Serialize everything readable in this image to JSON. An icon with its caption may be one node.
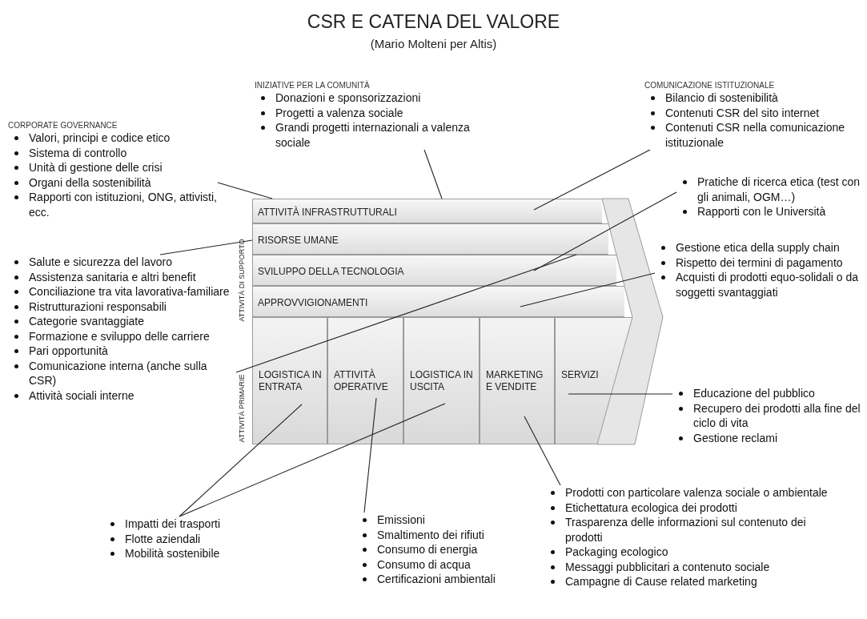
{
  "diagram": {
    "title": "CSR E CATENA DEL VALORE",
    "nodes": [
      {
        "text": [
          "INIZIATIVE PER LA COMUNITÀ",
          "Donazioni e sponsorizzazioni",
          "Progetti a valenza sociale",
          "Grandi progetti internazionali a valenza sociale"
        ]
      },
      {
        "text": [
          "COMUNICAZIONE ISTITUZIONALE",
          "Bilancio di sostenibilità",
          "Contenuti CSR del sito internet",
          "Contenuti CSR nella comunicazione istituzionale"
        ]
      },
      {
        "text": [
          "CORPORATE GOVERNANCE",
          "Valori, principi e codice etico",
          "Sistema di controllo",
          "Unità di gestione delle crisi",
          "Organi della sostenibilità",
          "Rapporti con istituzioni, ONG, attivisti, ecc."
        ]
      },
      {
        "text": [
          "ATTIVITÀ INFRASTRUTTURALI"
        ]
      },
      {
        "text": [
          "Pratiche di ricerca etica (test con gli animali, OGM…)",
          "Rapporti con le Università"
        ]
      },
      {
        "text": [
          "RISORSE UMANE"
        ]
      },
      {
        "text": [
          "Salute e sicurezza del lavoro",
          "Assistenza sanitaria e altri benefit",
          "Conciliazione tra vita lavorativa-familiare",
          "Ristrutturazioni responsabili",
          "Categorie svantaggiate",
          "Formazione e sviluppo delle carriere",
          "Pari opportunità",
          "Comunicazione interna (anche sulla CSR)",
          "Attività sociali interne"
        ]
      },
      {
        "text": [
          "Gestione etica della supply chain",
          "Rispetto dei termini di pagamento",
          "Acquisti di prodotti equo-solidali o da soggetti svantaggiati"
        ]
      },
      {
        "text": [
          "SVILUPPO DELLA TECNOLOGIA"
        ]
      },
      {
        "text": [
          "APPROVVIGIONAMENTI"
        ]
      },
      {
        "text": [
          "LOGISTICA IN ENTRATA"
        ]
      },
      {
        "text": [
          "ATTIVITÀ OPERATIVE"
        ]
      },
      {
        "text": [
          "LOGISTICA IN USCITA"
        ]
      },
      {
        "text": [
          "MARKETING E VENDITE"
        ]
      },
      {
        "text": [
          "SERVIZI"
        ]
      },
      {
        "text": [
          "Educazione del pubblico",
          "Recupero dei prodotti alla fine del ciclo di vita",
          "Gestione reclami"
        ]
      },
      {
        "text": [
          "Prodotti con particolare valenza sociale o ambientale",
          "Etichettatura ecologica dei prodotti",
          "Trasparenza delle informazioni sul contenuto dei prodotti",
          "Packaging ecologico",
          "Messaggi pubblicitari a contenuto sociale",
          "Campagne di Cause related marketing"
        ]
      },
      {
        "text": [
          "Emissioni",
          "Smaltimento dei rifiuti",
          "Consumo di energia",
          "Consumo di acqua",
          "Certificazioni ambientali"
        ]
      },
      {
        "text": [
          "Impatti dei trasporti",
          "Flotte aziendali",
          "Mobilità sostenibile"
        ]
      },
      {
        "text": [],
        "shape": "chevron"
      }
    ],
    "edges": [
      {
        "from": 0,
        "to": 3,
        "arrow": "none"
      },
      {
        "from": 1,
        "to": 3,
        "arrow": "none"
      },
      {
        "from": 2,
        "to": 3,
        "arrow": "none"
      },
      {
        "from": 4,
        "to": 8,
        "arrow": "none"
      },
      {
        "from": 6,
        "to": 5,
        "arrow": "none"
      },
      {
        "from": 6,
        "to": 5,
        "arrow": "none"
      },
      {
        "from": 7,
        "to": 9,
        "arrow": "none"
      },
      {
        "from": 18,
        "to": 10,
        "arrow": "none"
      },
      {
        "from": 18,
        "to": 12,
        "arrow": "none"
      },
      {
        "from": 17,
        "to": 11,
        "arrow": "none"
      },
      {
        "from": 16,
        "to": 13,
        "arrow": "none"
      },
      {
        "from": 15,
        "to": 14,
        "arrow": "none"
      }
    ],
    "labels": [
      "(Mario Molteni per Altis)",
      "ATTIVITÀ DI SUPPORTO",
      "ATTIVITÀ PRIMARIE"
    ]
  }
}
